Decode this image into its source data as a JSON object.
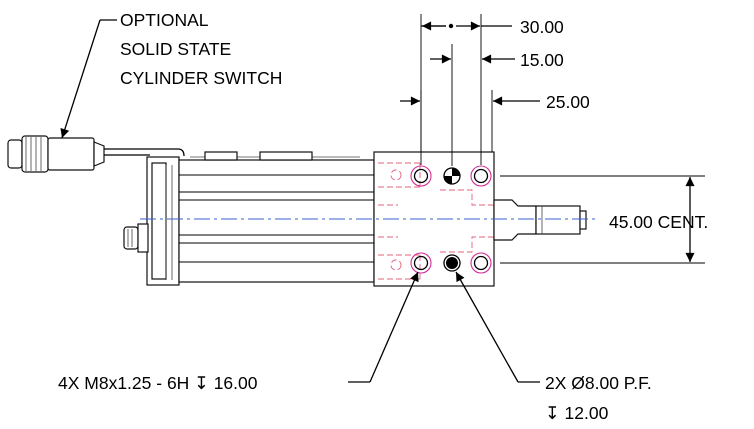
{
  "callouts": {
    "switch_line1": "OPTIONAL",
    "switch_line2": "SOLID STATE",
    "switch_line3": "CYLINDER SWITCH",
    "thread_note": "4X M8x1.25 - 6H ↧ 16.00",
    "pin_note_line1": "2X Ø8.00 P.F.",
    "pin_note_line2": "↧ 12.00"
  },
  "dimensions": {
    "dim_30": "30.00",
    "dim_15": "15.00",
    "dim_25": "25.00",
    "dim_45": "45.00 CENT."
  },
  "colors": {
    "centerline": "#3a5fd0",
    "hidden_lines": "#e0607a",
    "holes": "#d0309a"
  }
}
